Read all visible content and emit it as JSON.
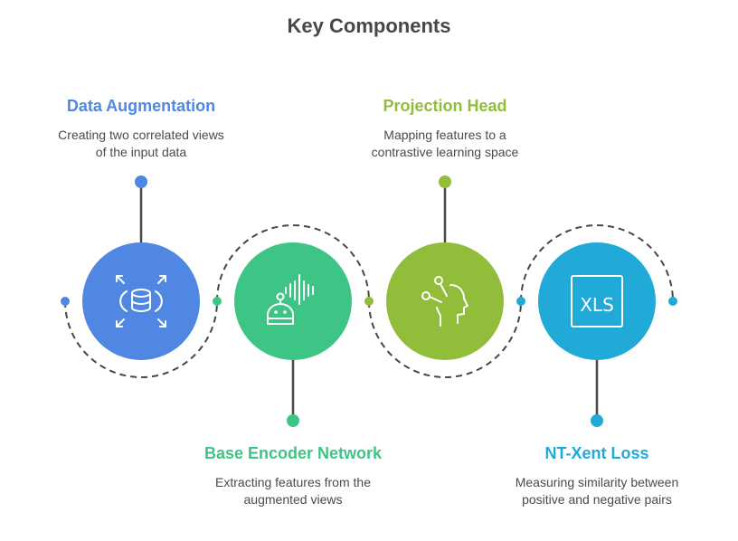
{
  "title": "Key Components",
  "components": [
    {
      "name": "Data Augmentation",
      "description_lines": [
        "Creating two correlated views",
        "of the input data"
      ],
      "color": "#4f87e3",
      "icon": "database-expand-icon",
      "label_position": "top"
    },
    {
      "name": "Base Encoder Network",
      "description_lines": [
        "Extracting features from the",
        "augmented views"
      ],
      "color": "#3ec484",
      "icon": "robot-soundwave-icon",
      "label_position": "bottom"
    },
    {
      "name": "Projection Head",
      "description_lines": [
        "Mapping features to a",
        "contrastive learning space"
      ],
      "color": "#92bd3b",
      "icon": "head-probe-icon",
      "label_position": "top"
    },
    {
      "name": "NT-Xent Loss",
      "description_lines": [
        "Measuring similarity between",
        "positive and negative pairs"
      ],
      "color": "#21a9d8",
      "icon": "xls-file-icon",
      "label_position": "bottom",
      "icon_text": "XLS"
    }
  ]
}
